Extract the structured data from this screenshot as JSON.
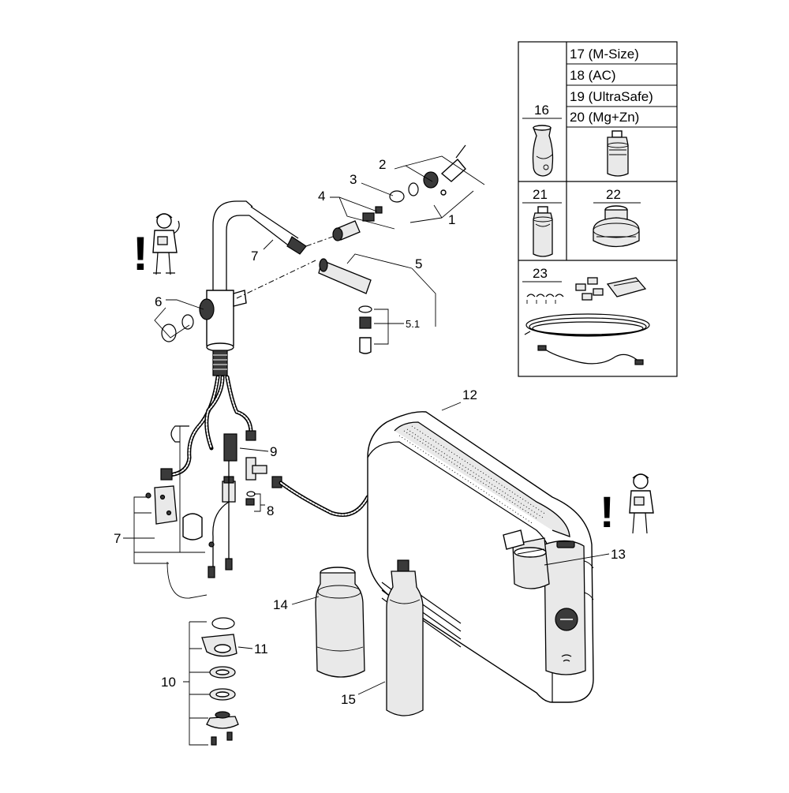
{
  "callouts": {
    "c1": "1",
    "c2": "2",
    "c3": "3",
    "c4": "4",
    "c5": "5",
    "c5_1": "5.1",
    "c6": "6",
    "c7_top": "7",
    "c7_bottom": "7",
    "c8": "8",
    "c9": "9",
    "c10": "10",
    "c11": "11",
    "c12": "12",
    "c13": "13",
    "c14": "14",
    "c15": "15"
  },
  "table": {
    "c16": "16",
    "c17": "17 (M-Size)",
    "c18": "18 (AC)",
    "c19": "19 (UltraSafe)",
    "c20": "20 (Mg+Zn)",
    "c21": "21",
    "c22": "22",
    "c23": "23"
  },
  "symbols": {
    "warning_left": "!",
    "warning_right": "!",
    "installer_icon": "installer-figure-icon"
  }
}
